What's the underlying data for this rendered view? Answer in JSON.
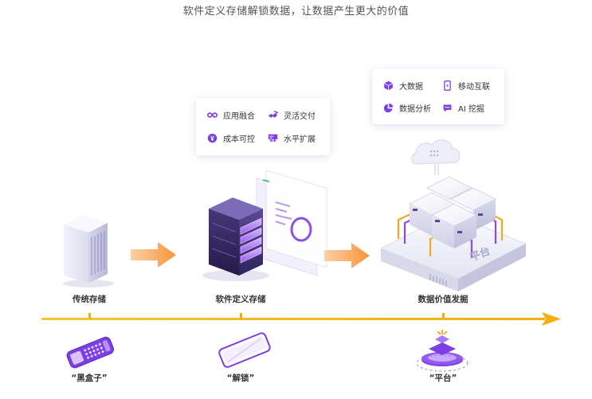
{
  "header": {
    "subtitle": "软件定义存储解锁数据，让数据产生更大的价值"
  },
  "colors": {
    "accent_purple": "#7b3fe4",
    "timeline_yellow": "#f5b914",
    "arrow_orange": "#f7a24a",
    "card_bg": "#ffffff"
  },
  "feature_card_1": {
    "items": [
      {
        "label": "应用融合",
        "icon": "infinity-icon"
      },
      {
        "label": "灵活交付",
        "icon": "handshake-icon"
      },
      {
        "label": "成本可控",
        "icon": "yen-coin-icon"
      },
      {
        "label": "水平扩展",
        "icon": "scale-out-icon"
      }
    ]
  },
  "feature_card_2": {
    "items": [
      {
        "label": "大数据",
        "icon": "cube-icon"
      },
      {
        "label": "移动互联",
        "icon": "mobile-phone-icon"
      },
      {
        "label": "数据分析",
        "icon": "pie-chart-icon"
      },
      {
        "label": "AI 挖掘",
        "icon": "chat-bubble-icon"
      }
    ]
  },
  "stages": [
    {
      "label": "传统存储",
      "quote": "“黑盒子”"
    },
    {
      "label": "软件定义存储",
      "quote": "“解锁”"
    },
    {
      "label": "数据价值发掘",
      "quote": "“平台”"
    }
  ],
  "platform_text": "平台"
}
